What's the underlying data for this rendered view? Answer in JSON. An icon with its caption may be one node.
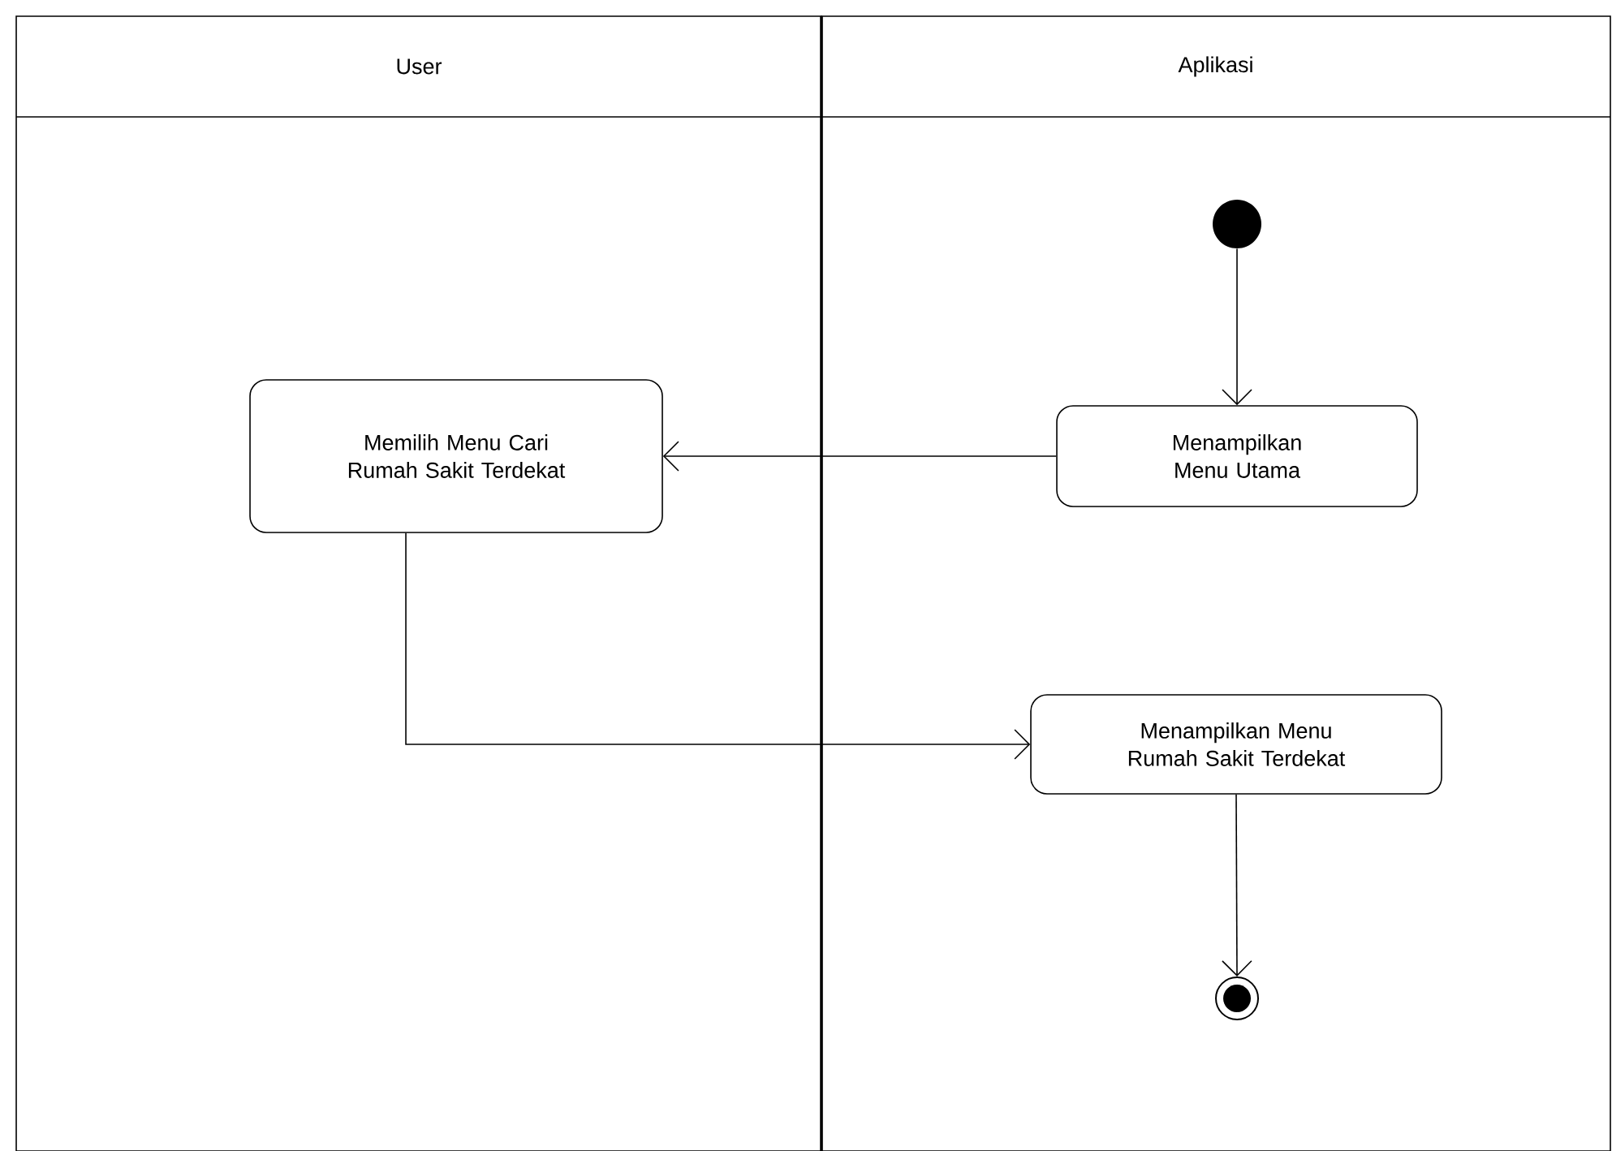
{
  "diagram": {
    "nodes": [
      {
        "text": [
          "User"
        ]
      },
      {
        "text": [
          "Aplikasi"
        ]
      },
      {
        "text": [],
        "shape": "circle",
        "in": 1
      },
      {
        "text": [
          "Menampilkan Menu Utama"
        ],
        "in": 1
      },
      {
        "text": [
          "Memilih Menu Cari Rumah Sakit Terdekat"
        ],
        "in": 0
      },
      {
        "text": [
          "Menampilkan Menu Rumah Sakit Terdekat"
        ],
        "in": 1
      },
      {
        "text": [],
        "shape": "circle",
        "in": 1
      }
    ],
    "edges": [
      {
        "from": 2,
        "to": 3,
        "arrow": "to"
      },
      {
        "from": 3,
        "to": 4,
        "arrow": "to"
      },
      {
        "from": 4,
        "to": 5,
        "arrow": "to"
      },
      {
        "from": 5,
        "to": 6,
        "arrow": "to"
      }
    ]
  }
}
